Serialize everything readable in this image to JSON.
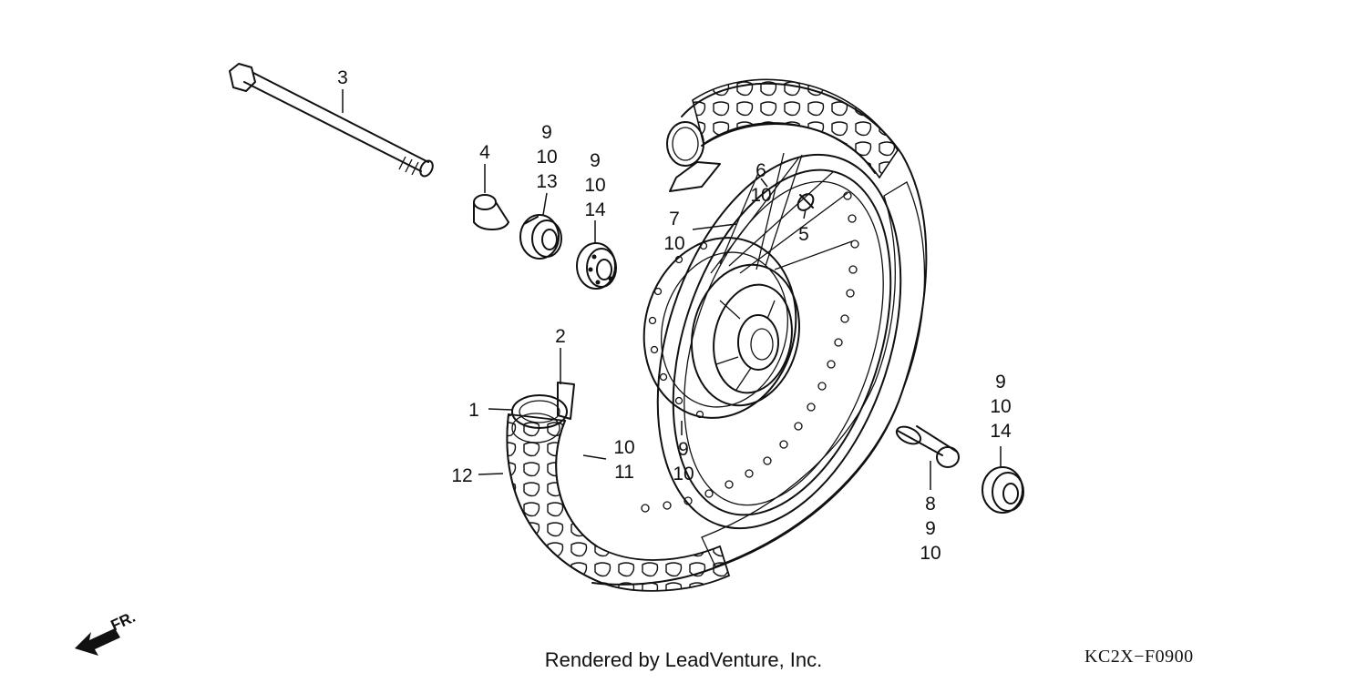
{
  "callouts": {
    "c1": [
      "1"
    ],
    "c2": [
      "2"
    ],
    "c3": [
      "3"
    ],
    "c4": [
      "4"
    ],
    "c5": [
      "5"
    ],
    "c6": [
      "6",
      "10"
    ],
    "c7": [
      "7",
      "10"
    ],
    "c8": [
      "8",
      "9",
      "10"
    ],
    "c9_13": [
      "9",
      "10",
      "13"
    ],
    "c9_14a": [
      "9",
      "10",
      "14"
    ],
    "c9_14b": [
      "9",
      "10",
      "14"
    ],
    "c9_10": [
      "9",
      "10"
    ],
    "c10_11": [
      "10",
      "11"
    ],
    "c12": [
      "12"
    ]
  },
  "direction_label": "FR.",
  "credit": "Rendered by LeadVenture, Inc.",
  "diagram_code": "KC2X−F0900"
}
